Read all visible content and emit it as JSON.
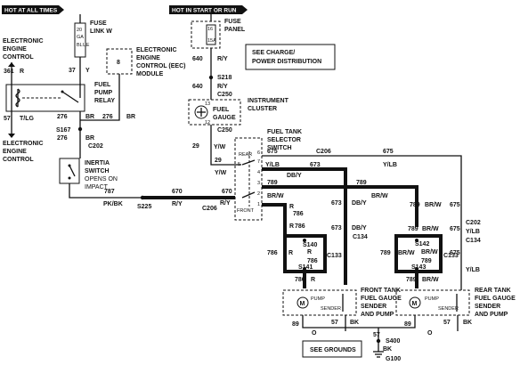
{
  "headers": {
    "hot_all_times": "HOT AT ALL TIMES",
    "hot_start_run": "HOT IN START OR RUN"
  },
  "labels": {
    "fuse_link": [
      "FUSE",
      "LINK W"
    ],
    "fuse_link_rating": [
      "20",
      "GA",
      "BLUE"
    ],
    "fuse_panel": [
      "FUSE",
      "PANEL"
    ],
    "fuse_panel_nums": [
      "16",
      "15A"
    ],
    "see_charge": [
      "SEE CHARGE/",
      "POWER DISTRIBUTION"
    ],
    "eec_left": [
      "ELECTRONIC",
      "ENGINE",
      "CONTROL"
    ],
    "eec_module": [
      "ELECTRONIC",
      "ENGINE",
      "CONTROL (EEC)",
      "MODULE"
    ],
    "eec_pin": "8",
    "fuel_pump_relay": [
      "FUEL",
      "PUMP",
      "RELAY"
    ],
    "instrument_cluster": [
      "INSTRUMENT",
      "CLUSTER"
    ],
    "fuel_gauge": [
      "FUEL",
      "GAUGE"
    ],
    "gauge_pins": [
      "13",
      "12"
    ],
    "eec_left2": [
      "ELECTRONIC",
      "ENGINE",
      "CONTROL"
    ],
    "inertia": [
      "INERTIA",
      "SWITCH",
      "OPENS ON",
      "IMPACT"
    ],
    "selector": [
      "FUEL TANK",
      "SELECTOR",
      "SWITCH"
    ],
    "selector_pos": [
      "REAR",
      "FRONT"
    ],
    "selector_pins": [
      "5",
      "6",
      "7",
      "4",
      "3",
      "2",
      "1"
    ],
    "front_tank": [
      "FRONT TANK",
      "FUEL GAUGE",
      "SENDER",
      "AND PUMP"
    ],
    "rear_tank": [
      "REAR TANK",
      "FUEL GAUGE",
      "SENDER",
      "AND PUMP"
    ],
    "pump": "PUMP",
    "sender": "SENDER",
    "motor": "M",
    "see_grounds": "SEE GROUNDS"
  },
  "wires": {
    "w361": "361",
    "r": "R",
    "w37": "37",
    "y": "Y",
    "w57": "57",
    "tlg": "T/LG",
    "w276": "276",
    "br": "BR",
    "s167": "S167",
    "c202": "C202",
    "w787": "787",
    "pkbk": "PK/BK",
    "s225": "S225",
    "w670": "670",
    "ry": "R/Y",
    "c206": "C206",
    "w640": "640",
    "s218": "S218",
    "c250": "C250",
    "w29": "29",
    "yw": "Y/W",
    "w675": "675",
    "ylb": "Y/LB",
    "w673": "673",
    "dby": "DB/Y",
    "w789": "789",
    "brw": "BR/W",
    "w786": "786",
    "s140": "S140",
    "s141": "S141",
    "c133": "C133",
    "s142": "S142",
    "s143": "S143",
    "c134": "C134",
    "w89": "89",
    "o": "O",
    "bk": "BK",
    "s400": "S400",
    "g100": "G100"
  }
}
